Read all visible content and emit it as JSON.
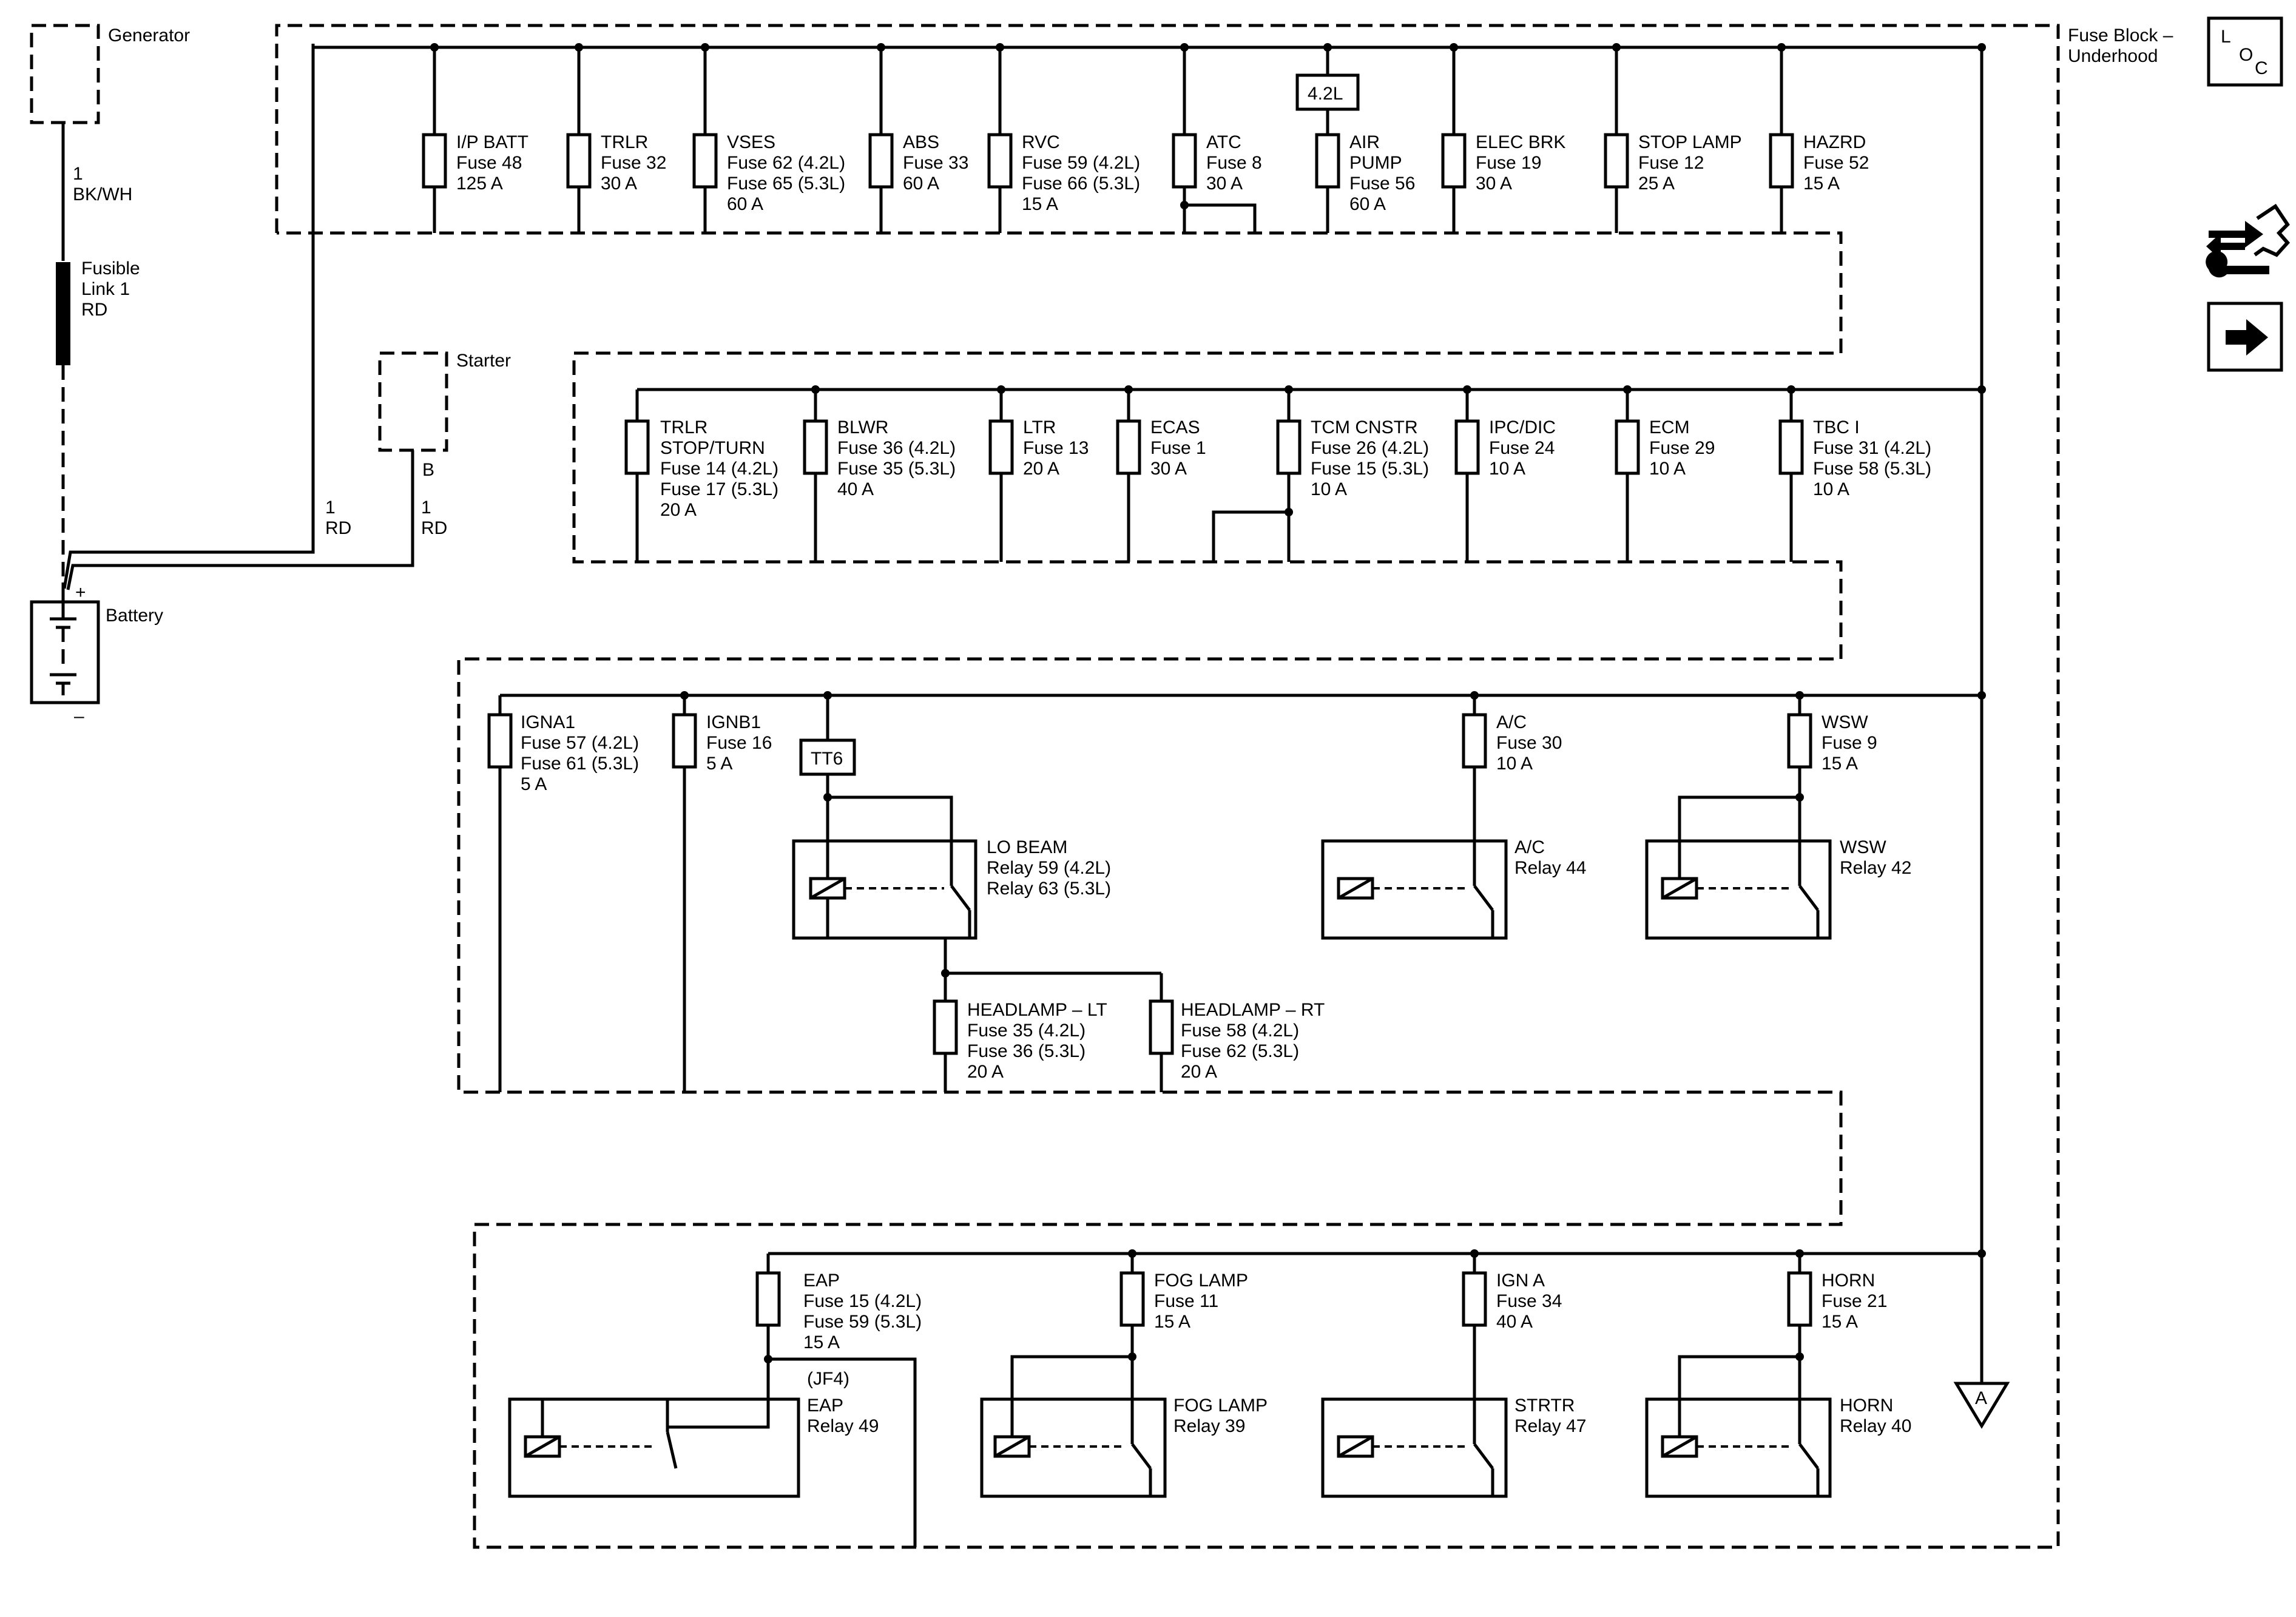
{
  "external": {
    "generator_label": "Generator",
    "generator_wire": [
      "1",
      "BK/WH"
    ],
    "fusible_link": [
      "Fusible",
      "Link 1",
      "RD"
    ],
    "starter_label": "Starter",
    "starter_terminal": "B",
    "wire_left": [
      "1",
      "RD"
    ],
    "wire_starter": [
      "1",
      "RD"
    ],
    "battery_label": "Battery",
    "battery_plus": "+",
    "battery_minus": "–"
  },
  "fuse_block": {
    "label": [
      "Fuse Block –",
      "Underhood"
    ],
    "loc_icon": [
      "L",
      "O",
      "C"
    ],
    "connector_a": "A"
  },
  "row1": {
    "fuses": [
      {
        "lines": [
          "I/P BATT",
          "Fuse 48",
          "125 A"
        ]
      },
      {
        "lines": [
          "TRLR",
          "Fuse 32",
          "30 A"
        ]
      },
      {
        "lines": [
          "VSES",
          "Fuse 62 (4.2L)",
          "Fuse 65 (5.3L)",
          "60 A"
        ]
      },
      {
        "lines": [
          "ABS",
          "Fuse 33",
          "60 A"
        ]
      },
      {
        "lines": [
          "RVC",
          "Fuse 59 (4.2L)",
          "Fuse 66 (5.3L)",
          "15 A"
        ]
      },
      {
        "lines": [
          "ATC",
          "Fuse 8",
          "30 A"
        ]
      },
      {
        "lines": [
          "AIR",
          "PUMP",
          "Fuse 56",
          "60 A"
        ]
      },
      {
        "lines": [
          "ELEC BRK",
          "Fuse 19",
          "30 A"
        ]
      },
      {
        "lines": [
          "STOP LAMP",
          "Fuse 12",
          "25 A"
        ]
      },
      {
        "lines": [
          "HAZRD",
          "Fuse 52",
          "15 A"
        ]
      }
    ],
    "air_pump_tag": "4.2L"
  },
  "row2": {
    "fuses": [
      {
        "lines": [
          "TRLR",
          "STOP/TURN",
          "Fuse 14 (4.2L)",
          "Fuse 17 (5.3L)",
          "20 A"
        ]
      },
      {
        "lines": [
          "BLWR",
          "Fuse 36 (4.2L)",
          "Fuse 35 (5.3L)",
          "40 A"
        ]
      },
      {
        "lines": [
          "LTR",
          "Fuse 13",
          "20 A"
        ]
      },
      {
        "lines": [
          "ECAS",
          "Fuse 1",
          "30 A"
        ]
      },
      {
        "lines": [
          "TCM CNSTR",
          "Fuse 26 (4.2L)",
          "Fuse 15 (5.3L)",
          "10 A"
        ]
      },
      {
        "lines": [
          "IPC/DIC",
          "Fuse 24",
          "10 A"
        ]
      },
      {
        "lines": [
          "ECM",
          "Fuse 29",
          "10 A"
        ]
      },
      {
        "lines": [
          "TBC I",
          "Fuse 31 (4.2L)",
          "Fuse 58 (5.3L)",
          "10 A"
        ]
      }
    ]
  },
  "row3": {
    "fuses": [
      {
        "lines": [
          "IGNA1",
          "Fuse 57 (4.2L)",
          "Fuse 61 (5.3L)",
          "5 A"
        ]
      },
      {
        "lines": [
          "IGNB1",
          "Fuse 16",
          "5 A"
        ]
      },
      {
        "lines": [
          "A/C",
          "Fuse 30",
          "10 A"
        ]
      },
      {
        "lines": [
          "WSW",
          "Fuse 9",
          "15 A"
        ]
      },
      {
        "lines": [
          "HEADLAMP – LT",
          "Fuse 35 (4.2L)",
          "Fuse 36 (5.3L)",
          "20 A"
        ]
      },
      {
        "lines": [
          "HEADLAMP – RT",
          "Fuse 58 (4.2L)",
          "Fuse 62 (5.3L)",
          "20 A"
        ]
      }
    ],
    "tt6": "TT6",
    "relays": [
      {
        "lines": [
          "LO BEAM",
          "Relay 59 (4.2L)",
          "Relay 63 (5.3L)"
        ]
      },
      {
        "lines": [
          "A/C",
          "Relay 44"
        ]
      },
      {
        "lines": [
          "WSW",
          "Relay 42"
        ]
      }
    ]
  },
  "row4": {
    "fuses": [
      {
        "lines": [
          "EAP",
          "Fuse 15 (4.2L)",
          "Fuse 59 (5.3L)",
          "15 A"
        ]
      },
      {
        "lines": [
          "FOG LAMP",
          "Fuse 11",
          "15 A"
        ]
      },
      {
        "lines": [
          "IGN A",
          "Fuse 34",
          "40 A"
        ]
      },
      {
        "lines": [
          "HORN",
          "Fuse 21",
          "15 A"
        ]
      }
    ],
    "jf4": "(JF4)",
    "relays": [
      {
        "lines": [
          "EAP",
          "Relay 49"
        ]
      },
      {
        "lines": [
          "FOG LAMP",
          "Relay 39"
        ]
      },
      {
        "lines": [
          "STRTR",
          "Relay 47"
        ]
      },
      {
        "lines": [
          "HORN",
          "Relay 40"
        ]
      }
    ]
  },
  "icons": [
    "loc-icon",
    "service-info-icon",
    "next-page-arrow-icon"
  ]
}
